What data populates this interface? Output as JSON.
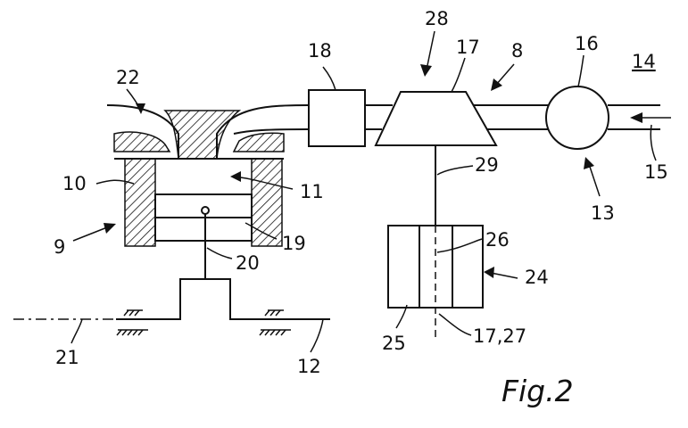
{
  "figure": {
    "caption": "Fig.2",
    "labels": {
      "l8": "8",
      "l9": "9",
      "l10": "10",
      "l11": "11",
      "l12": "12",
      "l13": "13",
      "l14": "14",
      "l15": "15",
      "l16": "16",
      "l17": "17",
      "l18": "18",
      "l19": "19",
      "l20": "20",
      "l21": "21",
      "l22": "22",
      "l24": "24",
      "l25": "25",
      "l26": "26",
      "l28": "28",
      "l29": "29",
      "l17_27": "17,27"
    }
  }
}
